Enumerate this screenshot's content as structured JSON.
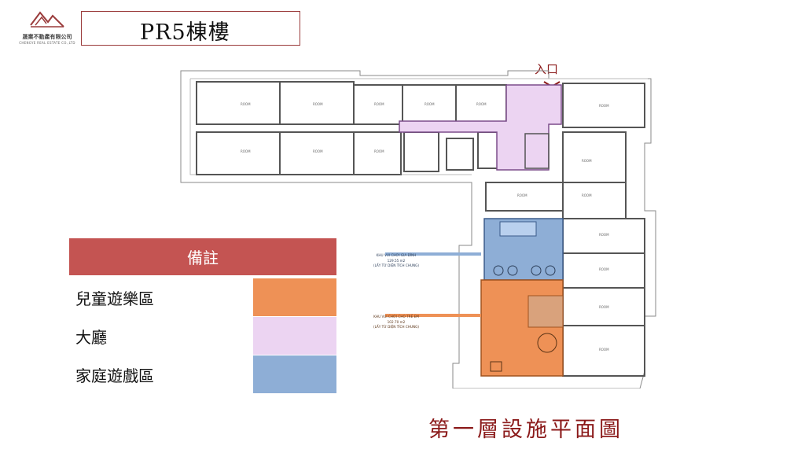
{
  "logo": {
    "name": "晟業不動產有限公司",
    "sub": "CHENGYE REAL ESTATE CO.,LTD",
    "icon": "house-roof-logo",
    "color": "#9a3b3b"
  },
  "title": "PR5棟樓",
  "entrance": "入口",
  "plan": {
    "room_label": "ROOM",
    "kids_area": {
      "line1": "KHU VUI CHƠI CHO TRẺ EM",
      "line2": "102.70 m2",
      "line3": "(LẤY TỪ DIỆN TÍCH CHUNG)"
    },
    "family_area": {
      "line1": "KHU VUI CHƠI GIA ĐÌNH",
      "line2": "129.55 m2",
      "line3": "(LẤY TỪ DIỆN TÍCH CHUNG)"
    }
  },
  "legend": {
    "header": "備註",
    "items": [
      {
        "label": "兒童遊樂區",
        "color": "#ee9156"
      },
      {
        "label": "大廳",
        "color": "#ecd4f2"
      },
      {
        "label": "家庭遊戲區",
        "color": "#8eaed6"
      }
    ],
    "header_color": "#c45452"
  },
  "caption": "第一層設施平面圖"
}
